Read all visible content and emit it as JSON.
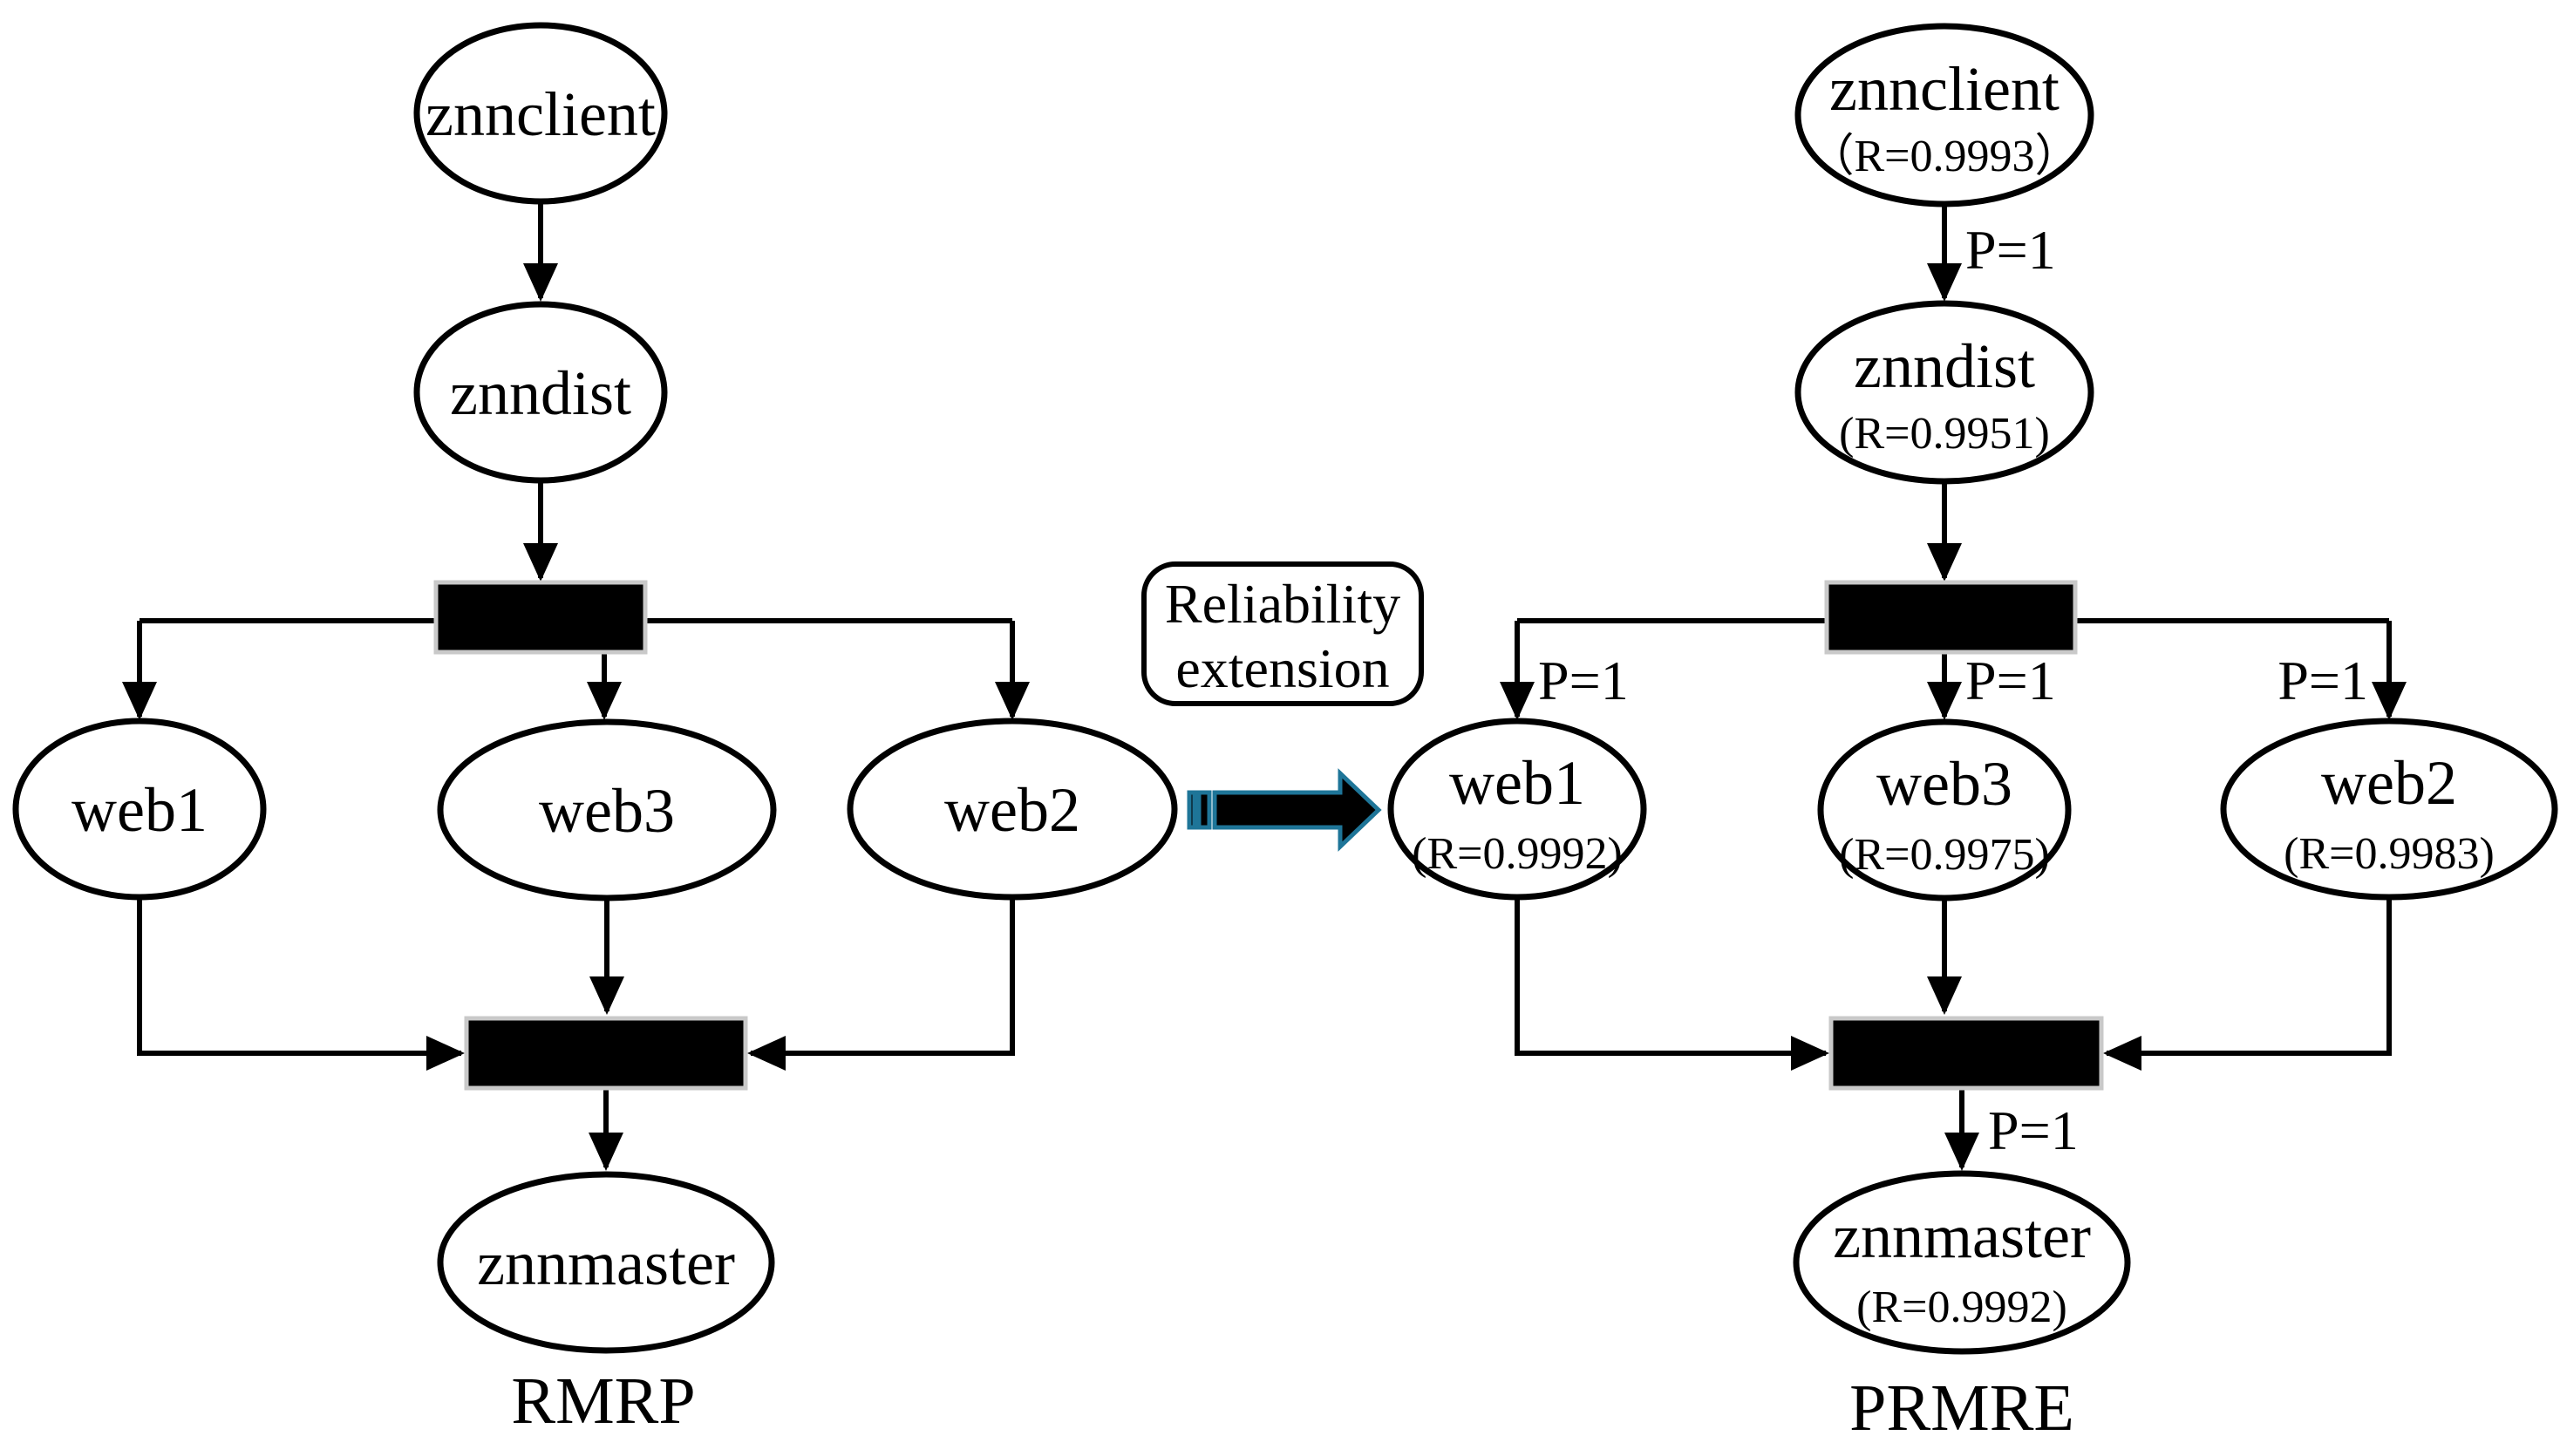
{
  "figure": {
    "left_caption": "RMRP",
    "right_caption": "PRMRE",
    "transform_box": {
      "line1": "Reliability",
      "line2": "extension"
    }
  },
  "left": {
    "znnclient": "znnclient",
    "znndist": "znndist",
    "web1": "web1",
    "web3": "web3",
    "web2": "web2",
    "znnmaster": "znnmaster"
  },
  "right": {
    "znnclient": {
      "label": "znnclient",
      "r": "（R=0.9993）"
    },
    "znndist": {
      "label": "znndist",
      "r": "(R=0.9951)"
    },
    "web1": {
      "label": "web1",
      "r": "(R=0.9992)"
    },
    "web3": {
      "label": "web3",
      "r": "(R=0.9975)"
    },
    "web2": {
      "label": "web2",
      "r": "(R=0.9983)"
    },
    "znnmaster": {
      "label": "znnmaster",
      "r": "(R=0.9992)"
    },
    "p_client_dist": "P=1",
    "p_web1": "P=1",
    "p_web3": "P=1",
    "p_web2": "P=1",
    "p_master": "P=1"
  },
  "colors": {
    "ink": "#000000",
    "bar_fill": "#000000",
    "bar_border": "#c9c9c9",
    "transform_arrow_fill": "#000000",
    "transform_arrow_outline": "#1e7598",
    "background": "#ffffff"
  }
}
